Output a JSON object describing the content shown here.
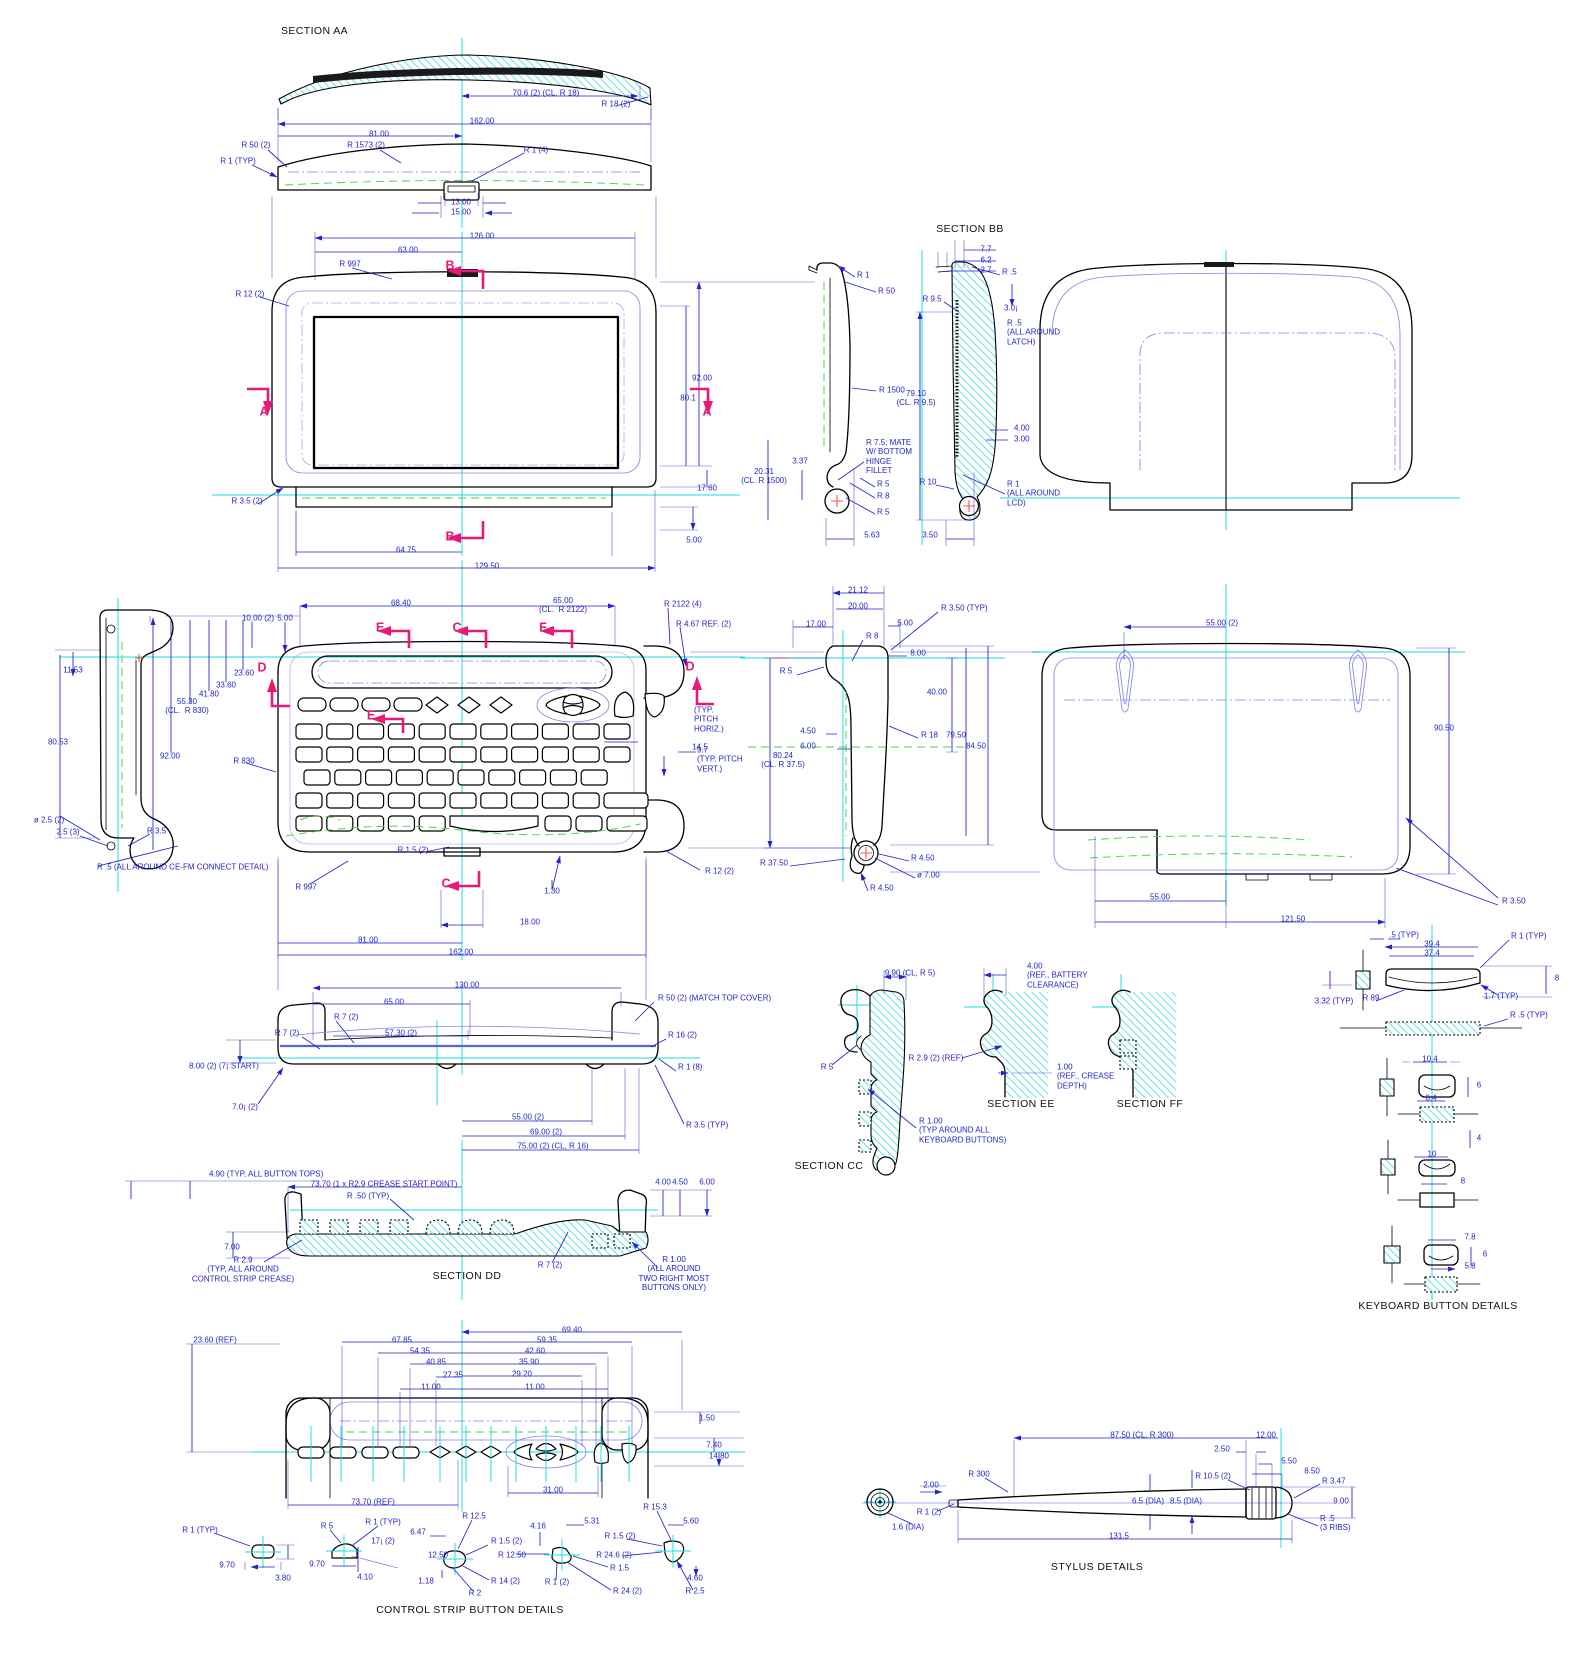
{
  "doc_title": "Handheld device engineering drawing",
  "colors": {
    "dim": "#2323cf",
    "cl": "#19dede",
    "mg": "#ea1878",
    "gr": "#49d24d",
    "hatch": "#4adede",
    "lblue": "#8585ee",
    "outline": "#000000",
    "red": "#ff5547"
  },
  "labels": [
    [
      "SECTION AA",
      281,
      32,
      "t",
      "l"
    ],
    [
      "70.6 (2) (CL. R 18)",
      546,
      94
    ],
    [
      "R 18 (2)",
      616,
      105
    ],
    [
      "162.00",
      482,
      122
    ],
    [
      "81.00",
      379,
      135
    ],
    [
      "R 50 (2)",
      256,
      146
    ],
    [
      "R 1573 (2)",
      366,
      146
    ],
    [
      "R 1 (4)",
      536,
      151
    ],
    [
      "R 1 (TYP)",
      238,
      162
    ],
    [
      "13.00",
      461,
      203
    ],
    [
      "15.00",
      461,
      213
    ],
    [
      "126.00",
      482,
      237
    ],
    [
      "63.00",
      408,
      251
    ],
    [
      "R 997",
      350,
      265
    ],
    [
      "R 12 (2)",
      250,
      295
    ],
    [
      "92.00",
      702,
      379
    ],
    [
      "80.1",
      688,
      399
    ],
    [
      "R 3.5 (2)",
      247,
      502
    ],
    [
      "17.60",
      707,
      489
    ],
    [
      "5.00",
      694,
      541
    ],
    [
      "64.75",
      406,
      551
    ],
    [
      "129.50",
      487,
      567
    ],
    [
      "SECTION BB",
      970,
      230,
      "t"
    ],
    [
      "7.7",
      986,
      250
    ],
    [
      "6.2",
      986,
      261
    ],
    [
      "2.7",
      986,
      271
    ],
    [
      "R .5",
      1002,
      273,
      "d",
      "l"
    ],
    [
      "R 9.5",
      932,
      300
    ],
    [
      "3.0¡",
      1004,
      309,
      "d",
      "l"
    ],
    [
      "R .5\n(ALL AROUND\nLATCH)",
      1007,
      335,
      "d",
      "l"
    ],
    [
      "R 1",
      857,
      276,
      "d",
      "l"
    ],
    [
      "R 50",
      878,
      292,
      "d",
      "l"
    ],
    [
      "R 1500",
      879,
      391,
      "d",
      "l"
    ],
    [
      "79.10\n(CL. R 9.5)",
      916,
      400
    ],
    [
      "R 7.5; MATE\nW/ BOTTOM\nHINGE\nFILLET",
      866,
      460,
      "d",
      "l"
    ],
    [
      "3.37",
      800,
      462
    ],
    [
      "20.31\n(CL. R 1500)",
      764,
      478
    ],
    [
      "4.00",
      1014,
      429,
      "d",
      "l"
    ],
    [
      "3.00",
      1014,
      440,
      "d",
      "l"
    ],
    [
      "R 5",
      877,
      485,
      "d",
      "l"
    ],
    [
      "R 8",
      877,
      497,
      "d",
      "l"
    ],
    [
      "R 10",
      928,
      483
    ],
    [
      "R 1\n(ALL AROUND\nLCD)",
      1007,
      496,
      "d",
      "l"
    ],
    [
      "R 5",
      877,
      513,
      "d",
      "l"
    ],
    [
      "5.63",
      872,
      536
    ],
    [
      "3.50",
      930,
      536
    ],
    [
      "10.00 (2)",
      258,
      619
    ],
    [
      "5.00",
      285,
      619
    ],
    [
      "68.40",
      401,
      604
    ],
    [
      "65.00\n(CL.  R 2122)",
      563,
      607
    ],
    [
      "R 2122 (4)",
      664,
      605,
      "d",
      "l"
    ],
    [
      "R 4.67 REF. (2)",
      676,
      625,
      "d",
      "l"
    ],
    [
      "11.53",
      73,
      671
    ],
    [
      "23.60",
      244,
      674
    ],
    [
      "33.60",
      226,
      686
    ],
    [
      "41.80",
      209,
      695
    ],
    [
      "55.30\n(CL.  R 830)",
      187,
      708
    ],
    [
      "92.00",
      170,
      757
    ],
    [
      "R 830",
      244,
      762
    ],
    [
      "80.53",
      58,
      743
    ],
    [
      "R 3.5",
      147,
      832,
      "d",
      "l"
    ],
    [
      "ø 2.5 (2)",
      49,
      821
    ],
    [
      "2.5 (3)",
      68,
      833
    ],
    [
      "R .5 (ALL AROUND CE-FM CONNECT DETAIL)",
      97,
      868,
      "d",
      "l"
    ],
    [
      "(TYP.\nPITCH\nHORIZ.)",
      694,
      722,
      "d",
      "l"
    ],
    [
      "14.5",
      700,
      748
    ],
    [
      "9.7\n(TYP. PITCH\nVERT.)",
      697,
      762,
      "d",
      "l"
    ],
    [
      "R 1.5 (2)",
      413,
      851
    ],
    [
      "1.30",
      552,
      892
    ],
    [
      "R 12 (2)",
      705,
      872,
      "d",
      "l"
    ],
    [
      "R 997",
      306,
      888
    ],
    [
      "18.00",
      530,
      923
    ],
    [
      "81.00",
      368,
      941
    ],
    [
      "162.00",
      461,
      953
    ],
    [
      "21.12",
      858,
      591
    ],
    [
      "20.00",
      858,
      607
    ],
    [
      "17.00",
      816,
      625
    ],
    [
      "R 3.50 (TYP)",
      941,
      609,
      "d",
      "l"
    ],
    [
      "5.00",
      905,
      624
    ],
    [
      "R 8",
      866,
      637,
      "d",
      "l"
    ],
    [
      "8.00",
      918,
      654
    ],
    [
      "R 5",
      786,
      672
    ],
    [
      "40.00",
      937,
      693
    ],
    [
      "4.50",
      808,
      732
    ],
    [
      "6.00",
      808,
      747
    ],
    [
      "R 18",
      921,
      736,
      "d",
      "l"
    ],
    [
      "79.50",
      956,
      736
    ],
    [
      "84.50",
      976,
      747
    ],
    [
      "80.24\n(CL. R 37.5)",
      783,
      762
    ],
    [
      "R 37.50",
      774,
      864
    ],
    [
      "R 4.50",
      911,
      859,
      "d",
      "l"
    ],
    [
      "ø 7.00",
      917,
      876,
      "d",
      "l"
    ],
    [
      "R 4.50",
      870,
      889,
      "d",
      "l"
    ],
    [
      "55.00 (2)",
      1222,
      624
    ],
    [
      "90.50",
      1444,
      729
    ],
    [
      "55.00",
      1160,
      898
    ],
    [
      "121.50",
      1293,
      920
    ],
    [
      "R 3.50",
      1502,
      902,
      "d",
      "l"
    ],
    [
      "130.00",
      467,
      986
    ],
    [
      "65.00",
      394,
      1003
    ],
    [
      "R 7 (2)",
      334,
      1018,
      "d",
      "l"
    ],
    [
      "R 7 (2)",
      287,
      1034
    ],
    [
      "57.30 (2)",
      401,
      1034
    ],
    [
      "R 50 (2) (MATCH TOP COVER)",
      658,
      999,
      "d",
      "l"
    ],
    [
      "R 16 (2)",
      668,
      1036,
      "d",
      "l"
    ],
    [
      "R 1 (8)",
      678,
      1068,
      "d",
      "l"
    ],
    [
      "8.00 (2) (7¡ START)",
      224,
      1067
    ],
    [
      "7.0¡ (2)",
      245,
      1108
    ],
    [
      "R 3.5 (TYP)",
      686,
      1126,
      "d",
      "l"
    ],
    [
      "55.00 (2)",
      528,
      1118
    ],
    [
      "69.00 (2)",
      546,
      1133
    ],
    [
      "75.00 (2) (CL, R 16)",
      553,
      1147
    ],
    [
      "4.90 (TYP, ALL BUTTON TOPS)",
      209,
      1175,
      "d",
      "l"
    ],
    [
      "73.70 (1 x R2.9 CREASE START POINT)",
      384,
      1185
    ],
    [
      "R .50 (TYP)",
      368,
      1197
    ],
    [
      "4.00",
      663,
      1183
    ],
    [
      "4.50",
      680,
      1183
    ],
    [
      "6.00",
      707,
      1183
    ],
    [
      "7.00",
      232,
      1248
    ],
    [
      "R 2.9\n(TYP, ALL AROUND\nCONTROL STRIP CREASE)",
      243,
      1272
    ],
    [
      "R 7 (2)",
      550,
      1266
    ],
    [
      "SECTION DD",
      467,
      1277,
      "t"
    ],
    [
      "R 1.00\n(ALL AROUND\nTWO RIGHT MOST\nBUTTONS ONLY)",
      674,
      1277
    ],
    [
      "9.90 (CL, R 5)",
      910,
      974
    ],
    [
      "R 5",
      827,
      1068
    ],
    [
      "R 1.00\n(TYP AROUND ALL\nKEYBOARD BUTTONS)",
      919,
      1133,
      "d",
      "l"
    ],
    [
      "SECTION CC",
      829,
      1167,
      "t"
    ],
    [
      "4.00\n(REF., BATTERY\nCLEARANCE)",
      1027,
      978,
      "d",
      "l"
    ],
    [
      "R 2.9 (2) (REF)",
      936,
      1059
    ],
    [
      "1.00\n(REF., CREASE\nDEPTH)",
      1057,
      1079,
      "d",
      "l"
    ],
    [
      "SECTION EE",
      1021,
      1105,
      "t"
    ],
    [
      "SECTION FF",
      1150,
      1105,
      "t"
    ],
    [
      ".5 (TYP)",
      1404,
      936
    ],
    [
      "39.4",
      1432,
      945
    ],
    [
      "37.4",
      1432,
      954
    ],
    [
      "R 1 (TYP)",
      1511,
      937,
      "d",
      "l"
    ],
    [
      "8",
      1557,
      979
    ],
    [
      "1.7 (TYP)",
      1501,
      997
    ],
    [
      "3.32 (TYP)",
      1334,
      1002
    ],
    [
      "R 89",
      1371,
      999
    ],
    [
      "R .5 (TYP)",
      1510,
      1016,
      "d",
      "l"
    ],
    [
      "10.4",
      1430,
      1060
    ],
    [
      "6",
      1479,
      1086
    ],
    [
      "8.4",
      1431,
      1099
    ],
    [
      "4",
      1479,
      1139
    ],
    [
      "10",
      1432,
      1155
    ],
    [
      "8",
      1463,
      1182
    ],
    [
      "7.8",
      1470,
      1238
    ],
    [
      "6",
      1485,
      1255
    ],
    [
      "5.8",
      1470,
      1267
    ],
    [
      "KEYBOARD BUTTON DETAILS",
      1438,
      1307,
      "t"
    ],
    [
      "69.40",
      572,
      1331
    ],
    [
      "67.85",
      402,
      1341
    ],
    [
      "59.35",
      547,
      1341
    ],
    [
      "54.35",
      420,
      1352
    ],
    [
      "42.60",
      535,
      1352
    ],
    [
      "40.85",
      436,
      1363
    ],
    [
      "35.90",
      529,
      1363
    ],
    [
      "27.35",
      453,
      1376
    ],
    [
      "29.20",
      522,
      1375
    ],
    [
      "11.00",
      431,
      1388
    ],
    [
      "11.00",
      535,
      1388
    ],
    [
      "23.60 (REF)",
      215,
      1341
    ],
    [
      "1.50",
      707,
      1419
    ],
    [
      "7.40",
      714,
      1446
    ],
    [
      "14.80",
      719,
      1457
    ],
    [
      "73.70 (REF)",
      373,
      1503
    ],
    [
      "31.00",
      553,
      1491
    ],
    [
      "R 1 (TYP)",
      200,
      1531
    ],
    [
      "9.70",
      227,
      1566
    ],
    [
      "3.80",
      283,
      1579
    ],
    [
      "R 5",
      327,
      1527
    ],
    [
      "R 1 (TYP)",
      383,
      1523
    ],
    [
      "17¡ (2)",
      383,
      1542
    ],
    [
      "9.70",
      317,
      1565
    ],
    [
      "4.10",
      365,
      1578
    ],
    [
      "R 12.5",
      474,
      1517
    ],
    [
      "6.47",
      418,
      1533
    ],
    [
      "R 1.5 (2)",
      491,
      1542,
      "d",
      "l"
    ],
    [
      "12.50",
      438,
      1556
    ],
    [
      "1.18",
      426,
      1582
    ],
    [
      "R 14 (2)",
      491,
      1582,
      "d",
      "l"
    ],
    [
      "R 2",
      475,
      1594
    ],
    [
      "4.16",
      538,
      1527
    ],
    [
      "5.31",
      592,
      1522
    ],
    [
      "R 12.50",
      512,
      1556
    ],
    [
      "R 1 (2)",
      557,
      1583
    ],
    [
      "R 1.5",
      610,
      1569,
      "d",
      "l"
    ],
    [
      "R 24 (2)",
      613,
      1592,
      "d",
      "l"
    ],
    [
      "R 15.3",
      655,
      1508
    ],
    [
      "R 1.5 (2)",
      620,
      1537
    ],
    [
      "5.60",
      691,
      1522
    ],
    [
      "R 24.6 (2)",
      614,
      1556
    ],
    [
      "4.60",
      695,
      1579
    ],
    [
      "R 2.5",
      695,
      1592
    ],
    [
      "CONTROL STRIP BUTTON DETAILS",
      470,
      1611,
      "t"
    ],
    [
      "87.50 (CL, R 300)",
      1142,
      1436
    ],
    [
      "12.00",
      1266,
      1436
    ],
    [
      "2.50",
      1222,
      1450
    ],
    [
      "5.50",
      1289,
      1462
    ],
    [
      "8.50",
      1312,
      1472
    ],
    [
      "R 300",
      979,
      1475
    ],
    [
      "2.00",
      931,
      1486
    ],
    [
      "R 10.5 (2)",
      1213,
      1477
    ],
    [
      "R 3.47",
      1322,
      1482,
      "d",
      "l"
    ],
    [
      "6.5 (DIA)",
      1148,
      1502
    ],
    [
      "8.5 (DIA)",
      1186,
      1502
    ],
    [
      "9.00",
      1341,
      1502
    ],
    [
      "R 1 (2)",
      929,
      1513
    ],
    [
      "1.6 (DIA)",
      908,
      1528
    ],
    [
      "R .5\n(3 RIBS)",
      1320,
      1525,
      "d",
      "l"
    ],
    [
      "131.5",
      1119,
      1537
    ],
    [
      "STYLUS DETAILS",
      1097,
      1568,
      "t"
    ],
    [
      "B",
      450,
      267,
      "m"
    ],
    [
      "B",
      450,
      538,
      "m"
    ],
    [
      "A",
      264,
      413,
      "m"
    ],
    [
      "A",
      707,
      413,
      "m"
    ],
    [
      "E",
      380,
      629,
      "m"
    ],
    [
      "C",
      457,
      629,
      "m"
    ],
    [
      "F",
      543,
      629,
      "m"
    ],
    [
      "D",
      262,
      669,
      "m"
    ],
    [
      "E",
      371,
      717,
      "m"
    ],
    [
      "D",
      690,
      668,
      "m"
    ],
    [
      "C",
      446,
      885,
      "m"
    ]
  ]
}
